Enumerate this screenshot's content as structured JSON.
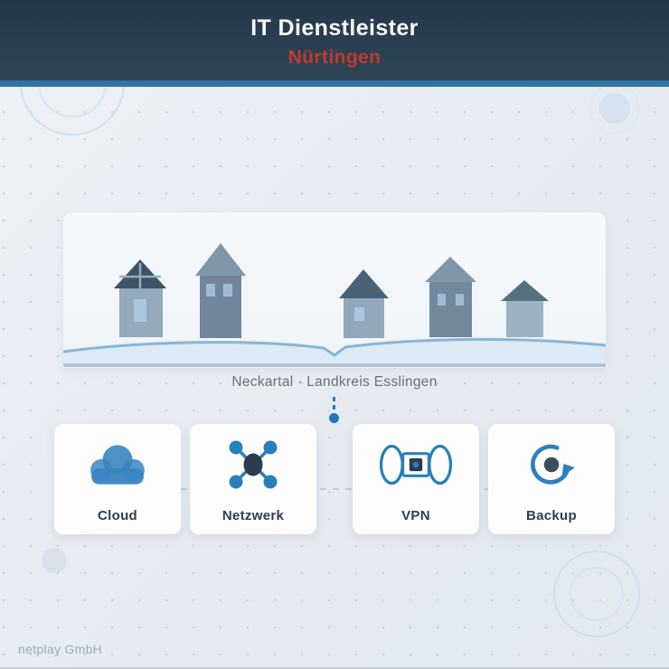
{
  "header": {
    "title": "IT Dienstleister",
    "subtitle": "Nürtingen"
  },
  "hero": {
    "caption": "Neckartal · Landkreis Esslingen",
    "illustration": "village-houses"
  },
  "services": [
    {
      "label": "Cloud",
      "icon": "cloud-icon"
    },
    {
      "label": "Netzwerk",
      "icon": "network-nodes-icon"
    },
    {
      "label": "VPN",
      "icon": "vpn-tunnel-icon"
    },
    {
      "label": "Backup",
      "icon": "backup-sync-icon"
    }
  ],
  "footer": {
    "company": "netplay GmbH"
  },
  "colors": {
    "header_bg": "#2c3f52",
    "accent_bar": "#2f74a4",
    "subtitle_red": "#c0392b",
    "icon_blue": "#2980b9",
    "icon_dark": "#2c3e50",
    "page_bg": "#e8edf3",
    "house_dark": "#71869a",
    "house_light": "#94a9bb",
    "roof_dark": "#3d5366",
    "wave_stroke": "#8ab5d6"
  }
}
